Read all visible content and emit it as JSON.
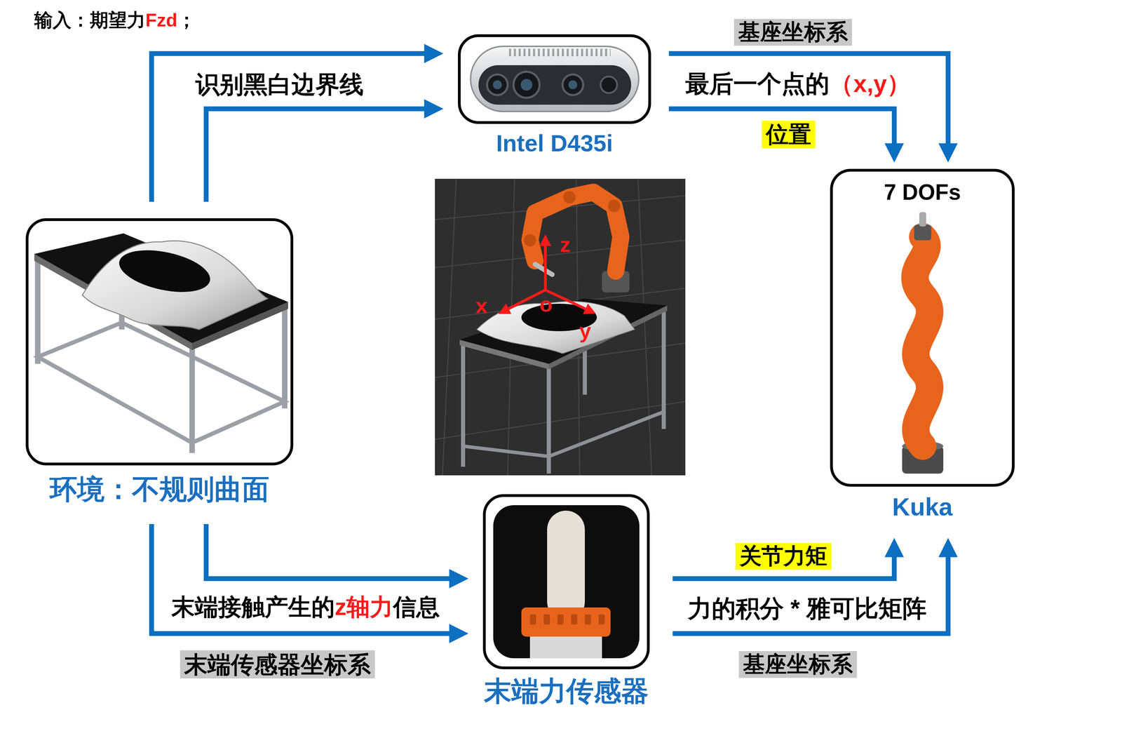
{
  "diagram": {
    "nodes": [
      {
        "text": [
          "Intel D435i"
        ]
      },
      {
        "text": [
          "7 DOFs",
          "Kuka"
        ]
      },
      {
        "text": [
          "环境：不规则曲面"
        ]
      },
      {
        "text": [
          "末端力传感器"
        ]
      }
    ],
    "edges": [
      {
        "from": 2,
        "to": 0,
        "arrow": "to"
      },
      {
        "from": 2,
        "to": 0,
        "label": "识别黑白边界线",
        "arrow": "to"
      },
      {
        "from": 0,
        "to": 1,
        "label": "基座坐标系",
        "arrow": "to"
      },
      {
        "from": 0,
        "to": 1,
        "label": "位置",
        "arrow": "to"
      },
      {
        "from": 2,
        "to": 3,
        "arrow": "to"
      },
      {
        "from": 2,
        "to": 3,
        "label": "末端传感器坐标系",
        "arrow": "to"
      },
      {
        "from": 3,
        "to": 1,
        "label": "关节力矩",
        "arrow": "to"
      },
      {
        "from": 3,
        "to": 1,
        "label": "基座坐标系",
        "arrow": "to"
      }
    ],
    "labels": [
      "输入：期望力",
      "Fzd",
      "；",
      "最后一个点的",
      "（x,y）",
      "末端接触产生的",
      "z轴力",
      "信息",
      "力的积分 * 雅可比矩阵",
      "z",
      "x",
      "o",
      "y"
    ]
  }
}
